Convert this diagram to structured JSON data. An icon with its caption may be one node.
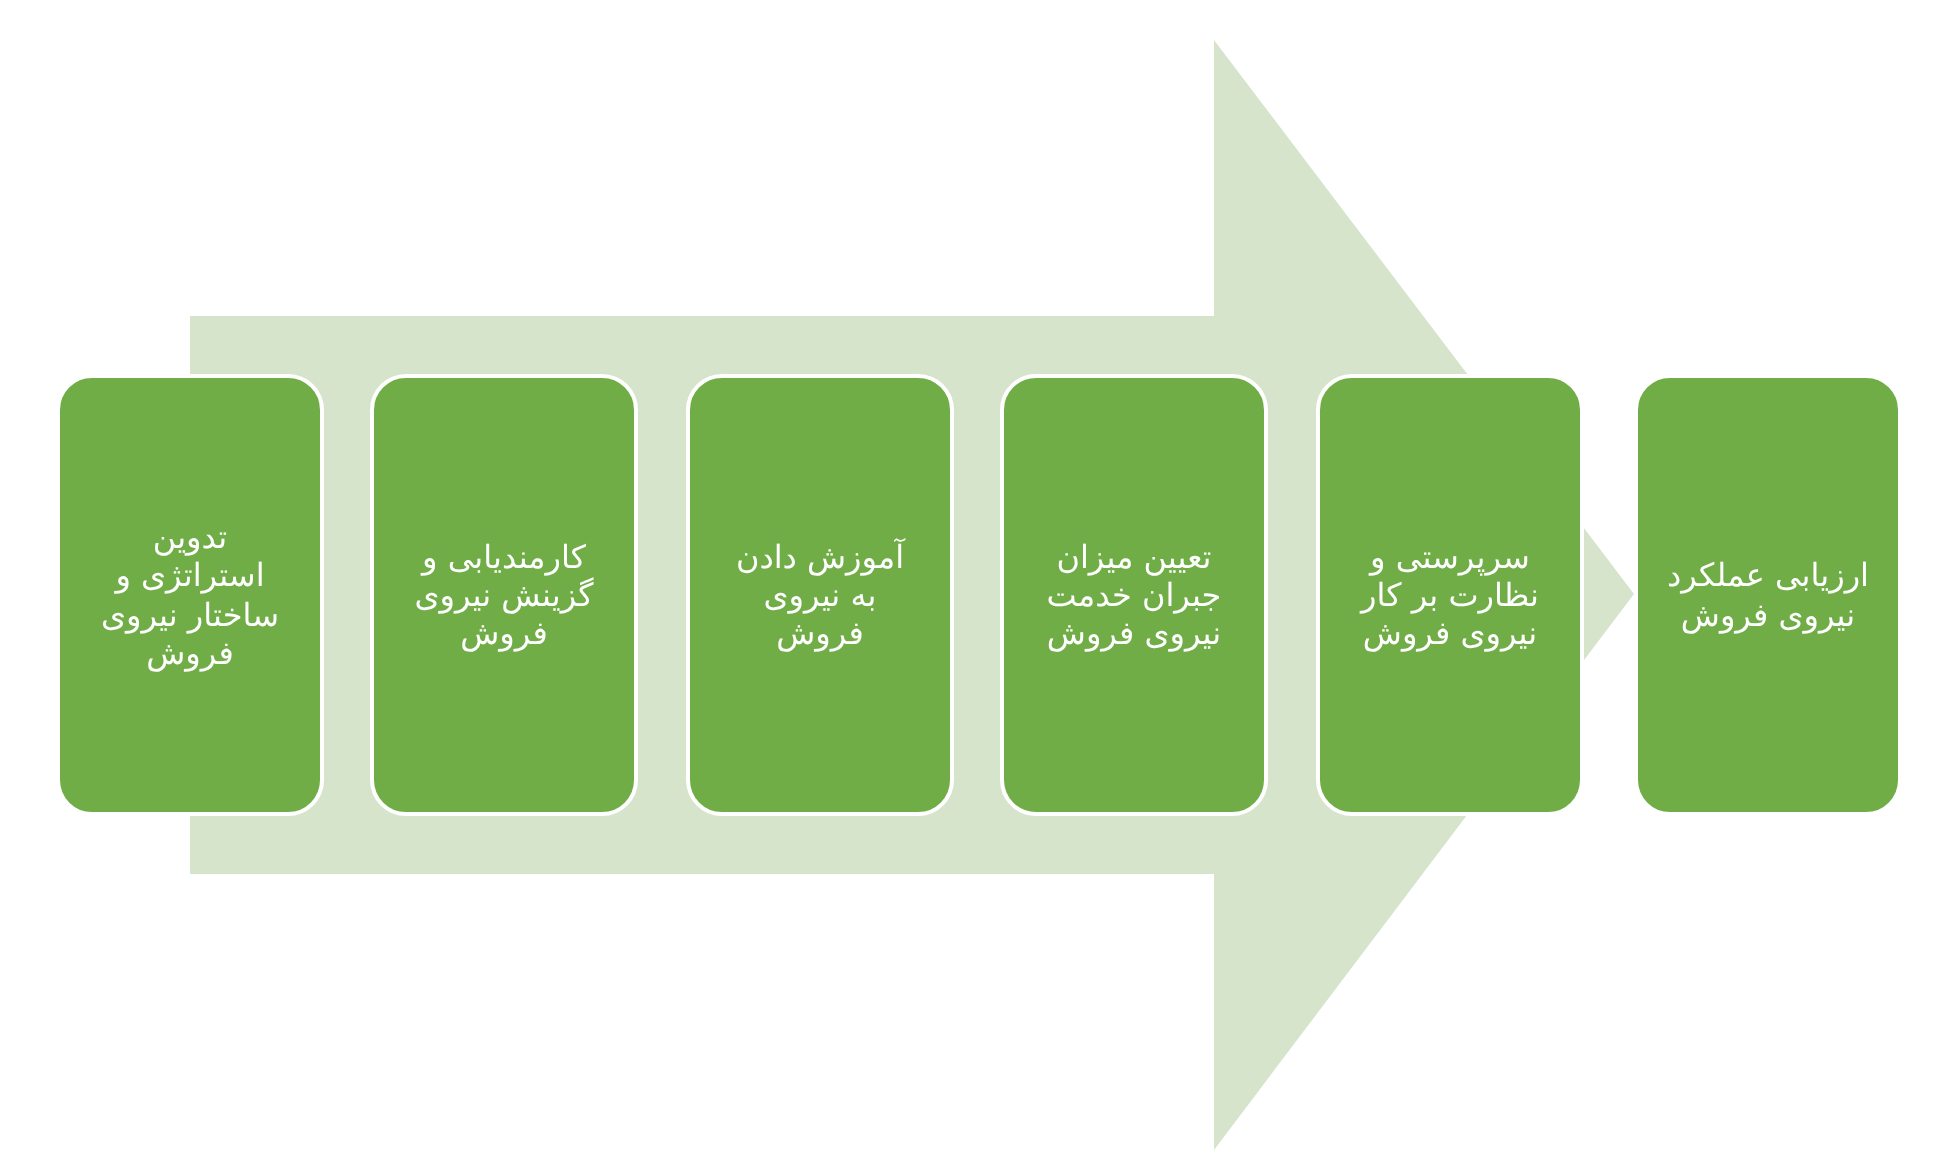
{
  "diagram": {
    "nodes": [
      {
        "text": [
          "تدوین استراتژی و ساختار نیروی فروش"
        ]
      },
      {
        "text": [
          "کارمندیابی و گزینش نیروی فروش"
        ]
      },
      {
        "text": [
          "آموزش دادن به نیروی فروش"
        ]
      },
      {
        "text": [
          "تعیین میزان جبران خدمت نیروی فروش"
        ]
      },
      {
        "text": [
          "سرپرستی و نظارت بر کار نیروی فروش"
        ]
      },
      {
        "text": [
          "ارزیابی عملکرد نیروی فروش"
        ]
      }
    ],
    "edges": [
      {
        "from": 0,
        "to": 5,
        "arrow": "to"
      }
    ]
  }
}
